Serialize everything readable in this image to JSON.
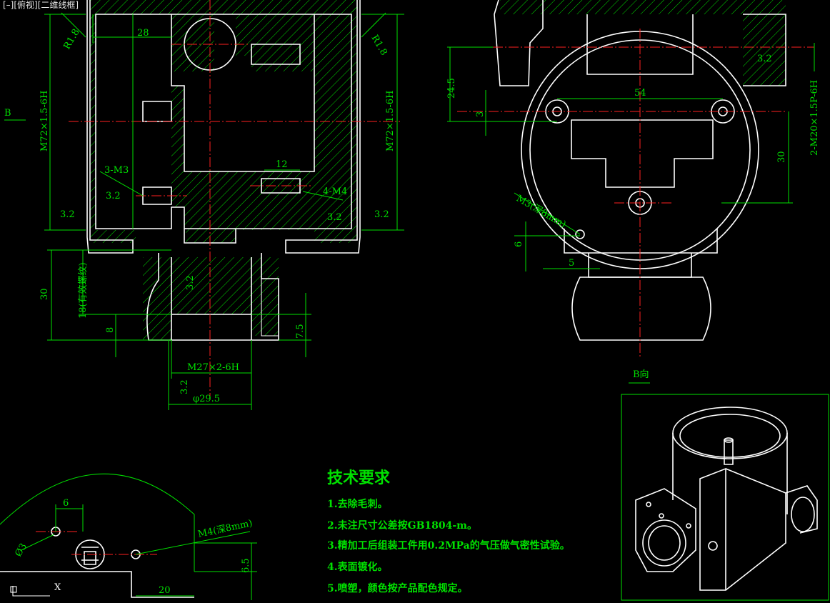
{
  "viewport": {
    "control_label": "[–]",
    "view_label": "[俯视]",
    "style_label": "[二维线框]"
  },
  "front_view": {
    "dims": {
      "r_left": "R1.8",
      "r_right": "R1.8",
      "w28": "28",
      "thread_left": "M72×1.5-6H",
      "thread_right": "M72×1.5-6H",
      "b_arrow": "B",
      "holes_left": "3-M3",
      "rough_1": "3.2",
      "w12": "12",
      "holes_right": "4-M4",
      "rough_2": "3.2",
      "rough_3": "3.2",
      "rough_4": "3.2",
      "h30": "30",
      "eff_thread": "18(有效螺纹)",
      "rough_5": "3.2",
      "h8": "8",
      "h7_5": "7.5",
      "m27": "M27×2-6H",
      "rough_6": "3.2",
      "dia": "φ29.5"
    }
  },
  "side_view": {
    "dims": {
      "rough_top": "3.2",
      "h24_5": "24.5",
      "w54": "54",
      "h3": "3",
      "h30": "30",
      "thread": "2-M20×1.5P-6H",
      "m3": "M3(深8mm)",
      "h6": "6",
      "w5": "5"
    },
    "view_caption": "B向"
  },
  "detail_view": {
    "dims": {
      "w6": "6",
      "d3": "Ø3",
      "m4": "M4(深8mm)",
      "h6_5": "6.5",
      "w20": "20"
    }
  },
  "tech_requirements": {
    "title": "技术要求",
    "items": [
      "1.去除毛刺。",
      "2.未注尺寸公差按GB1804-m。",
      "3.精加工后组装工件用0.2MPa的气压做气密性试验。",
      "4.表面镀化。",
      "5.喷塑，颜色按产品配色规定。"
    ]
  },
  "ucs": {
    "x_label": "X"
  }
}
